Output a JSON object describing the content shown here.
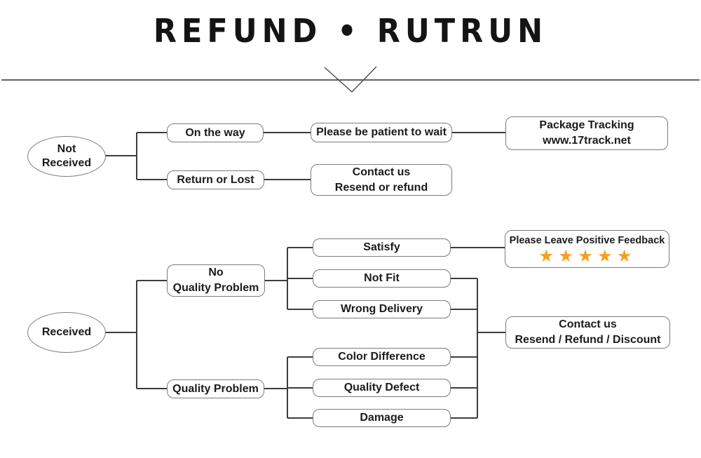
{
  "title": "REFUND • RUTRUN",
  "colors": {
    "star": "#F5A01E",
    "connector": "#3c3c3c",
    "box_border": "#7c7c7c",
    "text": "#1b1b1b"
  },
  "nodes": {
    "not_received": "Not\nReceived",
    "on_the_way": "On the way",
    "please_be_patient": "Please be patient to wait",
    "package_tracking": "Package Tracking\nwww.17track.net",
    "return_or_lost": "Return or Lost",
    "contact_us_resend_refund": "Contact us\nResend or refund",
    "received": "Received",
    "no_quality_problem": "No\nQuality Problem",
    "quality_problem": "Quality Problem",
    "satisfy": "Satisfy",
    "not_fit": "Not Fit",
    "wrong_delivery": "Wrong Delivery",
    "color_difference": "Color Difference",
    "quality_defect": "Quality Defect",
    "damage": "Damage",
    "positive_feedback": "Please Leave Positive Feedback",
    "stars": "★★★★★",
    "contact_us_resend_refund_discount": "Contact us\nResend / Refund / Discount"
  },
  "edges": [
    {
      "from": "Not Received",
      "to": "On the way"
    },
    {
      "from": "Not Received",
      "to": "Return or Lost"
    },
    {
      "from": "On the way",
      "to": "Please be patient to wait"
    },
    {
      "from": "Please be patient to wait",
      "to": "Package Tracking www.17track.net"
    },
    {
      "from": "Return or Lost",
      "to": "Contact us Resend or refund"
    },
    {
      "from": "Received",
      "to": "No Quality Problem"
    },
    {
      "from": "Received",
      "to": "Quality Problem"
    },
    {
      "from": "No Quality Problem",
      "to": "Satisfy"
    },
    {
      "from": "No Quality Problem",
      "to": "Not Fit"
    },
    {
      "from": "No Quality Problem",
      "to": "Wrong Delivery"
    },
    {
      "from": "Quality Problem",
      "to": "Color Difference"
    },
    {
      "from": "Quality Problem",
      "to": "Quality Defect"
    },
    {
      "from": "Quality Problem",
      "to": "Damage"
    },
    {
      "from": "Satisfy",
      "to": "Please Leave Positive Feedback"
    },
    {
      "from": "Not Fit",
      "to": "Contact us Resend / Refund / Discount"
    },
    {
      "from": "Wrong Delivery",
      "to": "Contact us Resend / Refund / Discount"
    },
    {
      "from": "Color Difference",
      "to": "Contact us Resend / Refund / Discount"
    },
    {
      "from": "Quality Defect",
      "to": "Contact us Resend / Refund / Discount"
    },
    {
      "from": "Damage",
      "to": "Contact us Resend / Refund / Discount"
    }
  ]
}
